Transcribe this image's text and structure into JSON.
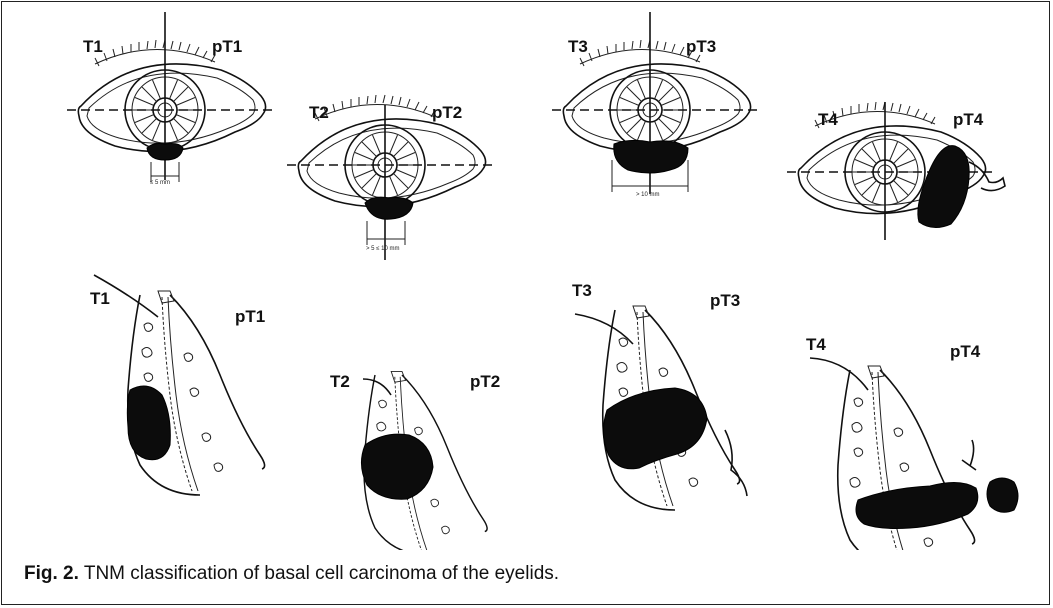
{
  "figure": {
    "eye_panels": [
      {
        "stage": "T1",
        "ptstage": "pT1",
        "size_label": "≤ 5 mm"
      },
      {
        "stage": "T2",
        "ptstage": "pT2",
        "size_label": "> 5 ≤ 10 mm"
      },
      {
        "stage": "T3",
        "ptstage": "pT3",
        "size_label": "> 10 mm"
      },
      {
        "stage": "T4",
        "ptstage": "pT4",
        "size_label": ""
      }
    ],
    "section_panels": [
      {
        "stage": "T1",
        "ptstage": "pT1"
      },
      {
        "stage": "T2",
        "ptstage": "pT2"
      },
      {
        "stage": "T3",
        "ptstage": "pT3"
      },
      {
        "stage": "T4",
        "ptstage": "pT4"
      }
    ]
  },
  "caption": {
    "label": "Fig. 2.",
    "text": " TNM classification of basal cell carcinoma of the eyelids."
  }
}
